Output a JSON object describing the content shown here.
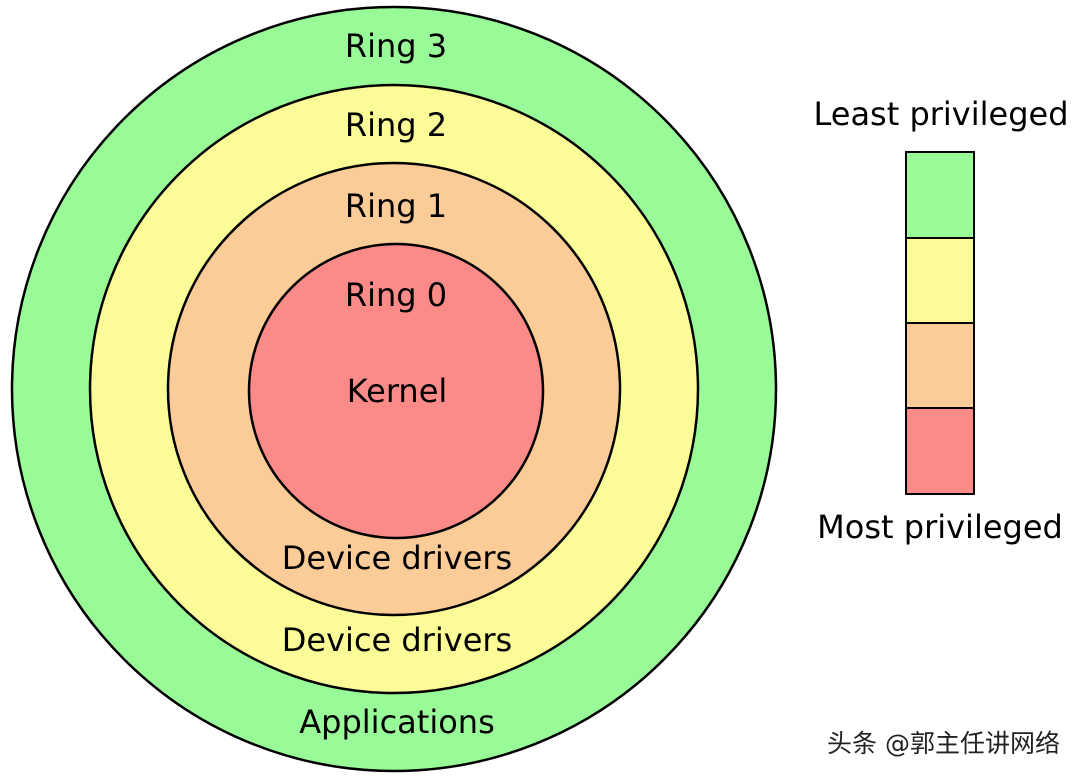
{
  "rings": [
    {
      "name": "Ring 3",
      "content": "Applications",
      "color": "#99fb98"
    },
    {
      "name": "Ring 2",
      "content": "Device drivers",
      "color": "#fbfb98"
    },
    {
      "name": "Ring 1",
      "content": "Device drivers",
      "color": "#fbcb98"
    },
    {
      "name": "Ring 0",
      "content": "Kernel",
      "color": "#fb8b89"
    }
  ],
  "legend": {
    "top_label": "Least privileged",
    "bottom_label": "Most privileged"
  },
  "watermark": "头条 @郭主任讲网络"
}
